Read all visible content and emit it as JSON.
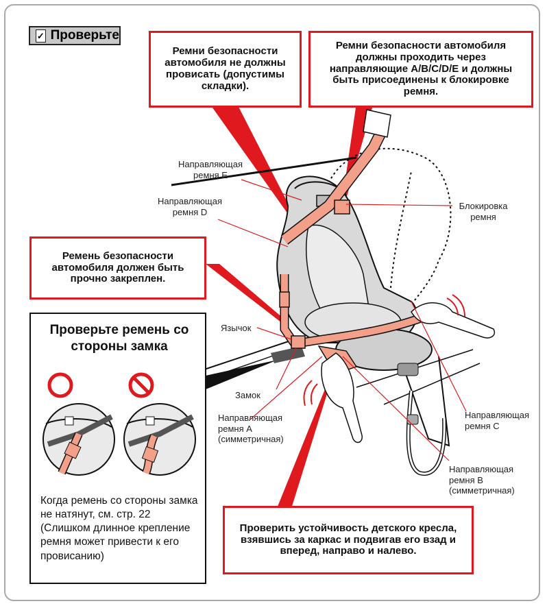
{
  "check_badge": {
    "label": "Проверьте",
    "icon": "checkbox-icon"
  },
  "notes": {
    "no_slack": "Ремни безопасности автомобиля не должны провисать (допустимы складки).",
    "through_guides": "Ремни безопасности автомобиля должны проходить через направляющие A/B/C/D/E и должны быть присоединены к блокировке ремня.",
    "secure": "Ремень безопасности автомобиля должен быть прочно закреплен.",
    "stability": "Проверить устойчивость детского кресла, взявшись за каркас и подвигав его взад и вперед, направо и налево."
  },
  "buckle_panel": {
    "title": "Проверьте ремень со стороны замка",
    "ok_icon": "correct-circle-icon",
    "ng_icon": "prohibited-icon",
    "text": "Когда ремень со стороны замка не натянут, см. стр. 22 (Слишком длинное крепление ремня может привести к его провисанию)"
  },
  "labels": {
    "guide_e": "Направляющая ремня E",
    "guide_d": "Направляющая ремня D",
    "lock": "Блокировка ремня",
    "tongue": "Язычок",
    "buckle": "Замок",
    "guide_a": "Направляющая ремня A (симметричная)",
    "guide_c": "Направляющая ремня C",
    "guide_b": "Направляющая ремня  B (симметричная)"
  },
  "colors": {
    "accent_red": "#e0191f",
    "belt": "#f2a08a",
    "seat_gray": "#d9d9d9"
  }
}
